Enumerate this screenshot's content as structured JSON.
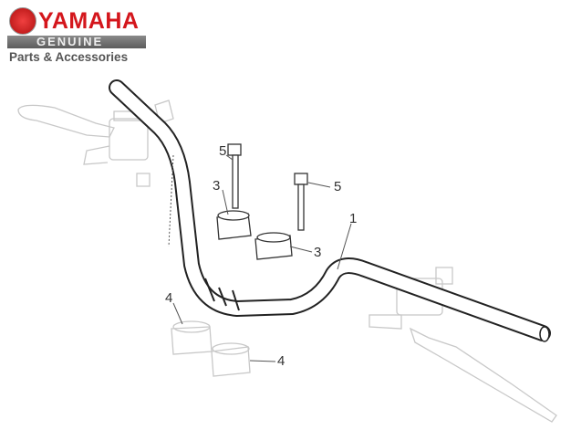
{
  "logo": {
    "brand": "YAMAHA",
    "line2": "GENUINE",
    "tagline": "Parts & Accessories"
  },
  "callouts": {
    "handlebar": "1",
    "upper_holder_left": "3",
    "upper_holder_right": "3",
    "lower_holder_left": "4",
    "lower_holder_right": "4",
    "bolt_left": "5",
    "bolt_right": "5"
  }
}
